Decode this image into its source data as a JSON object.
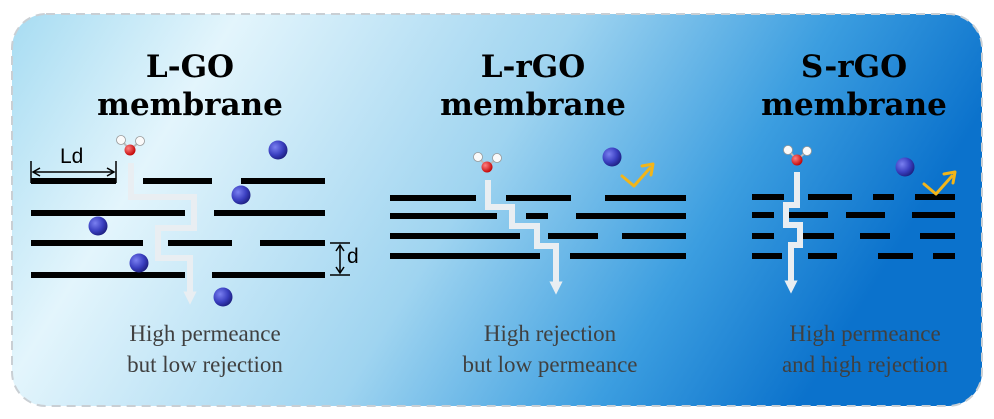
{
  "panels": [
    {
      "title_line1": "L-GO",
      "title_line2": "membrane",
      "caption_line1": "High permeance",
      "caption_line2": "but low rejection"
    },
    {
      "title_line1": "L-rGO",
      "title_line2": "membrane",
      "caption_line1": "High rejection",
      "caption_line2": "but low permeance"
    },
    {
      "title_line1": "S-rGO",
      "title_line2": "membrane",
      "caption_line1": "High permeance",
      "caption_line2": "and high rejection"
    }
  ],
  "labels": {
    "lateral_dimension": "Ld",
    "interlayer_spacing": "d"
  },
  "colors": {
    "background_light": "#dff3fb",
    "background_dark": "#0b7bd3",
    "sheet": "#000000",
    "ion": "#3a3fc0",
    "water_path": "#e9eef2",
    "water_oxygen": "#e02020",
    "reject_arrow": "#f2b51a"
  },
  "icons": [
    "water-molecule-icon",
    "ion-sphere-icon",
    "flow-path-arrow-icon",
    "rejection-arrow-icon"
  ]
}
